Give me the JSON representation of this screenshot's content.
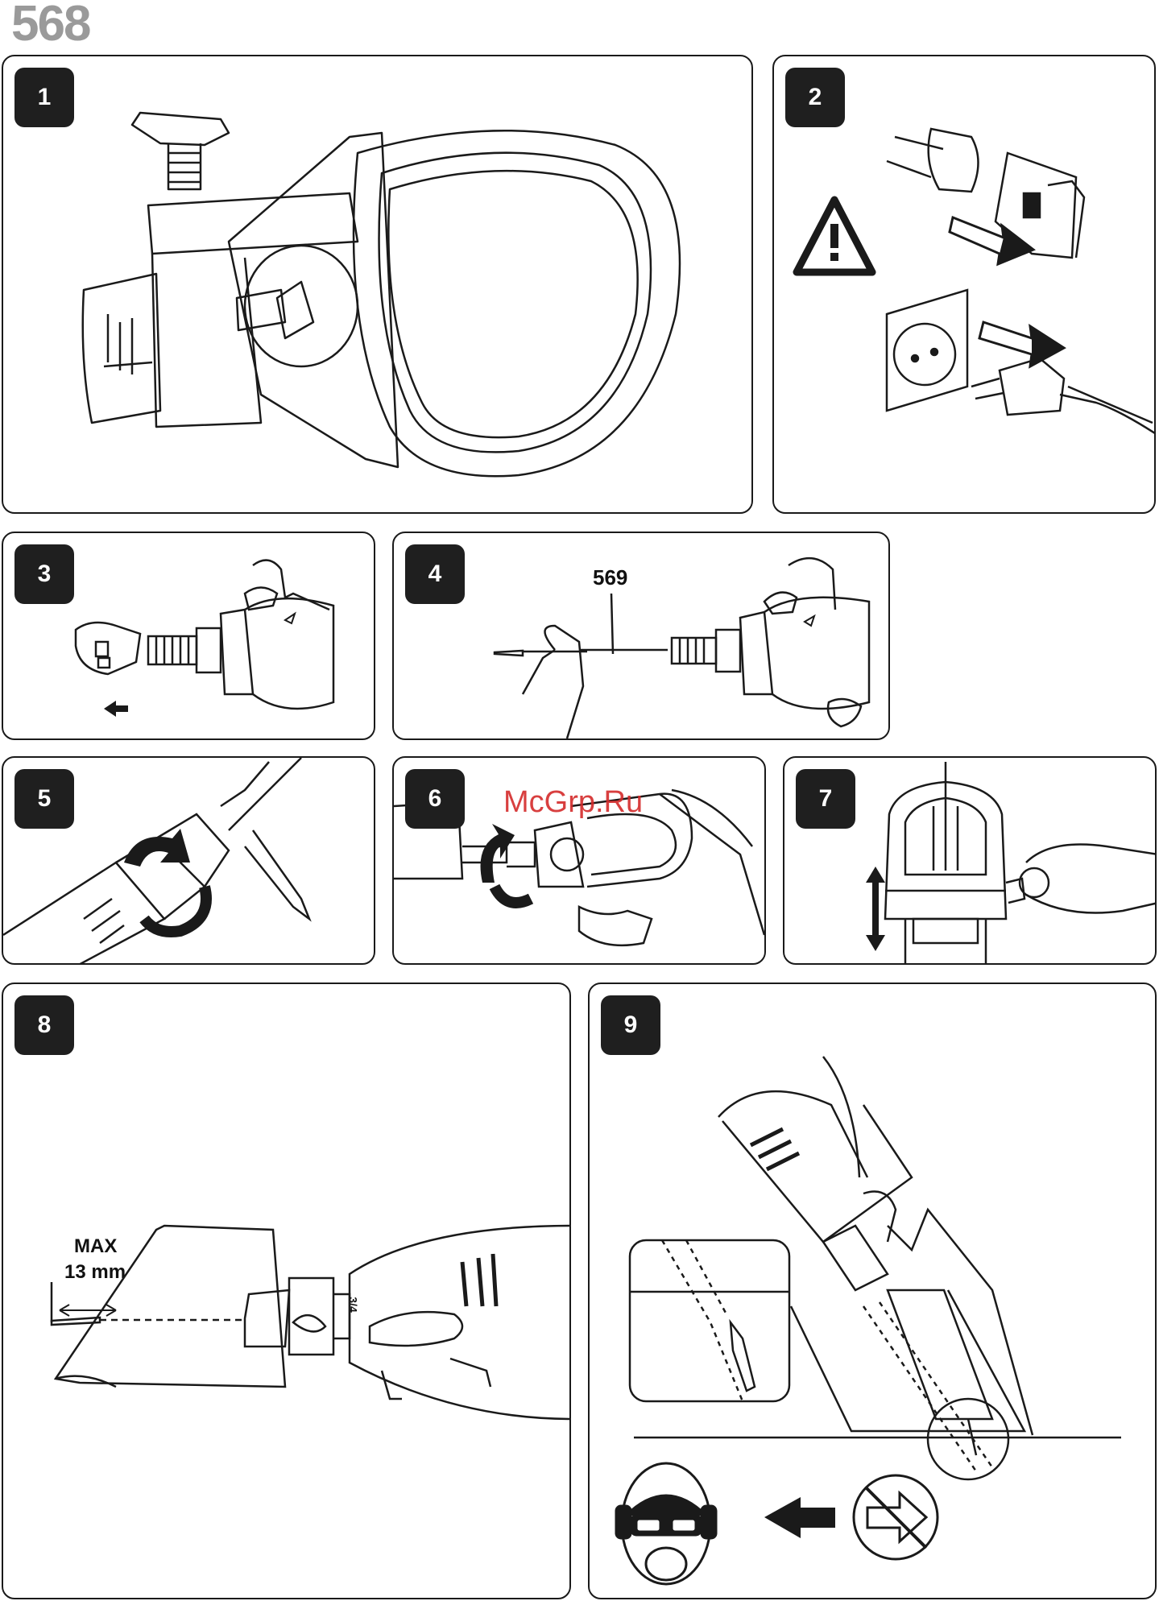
{
  "page_number": "568",
  "watermark": "McGrp.Ru",
  "panels": [
    {
      "number": "1"
    },
    {
      "number": "2"
    },
    {
      "number": "3"
    },
    {
      "number": "4",
      "callout": "569"
    },
    {
      "number": "5"
    },
    {
      "number": "6"
    },
    {
      "number": "7"
    },
    {
      "number": "8",
      "depth_label_line1": "MAX",
      "depth_label_line2": "13 mm",
      "scale_mark": "3/4"
    },
    {
      "number": "9"
    }
  ],
  "colors": {
    "ink": "#1a1a1a",
    "badge": "#1f1f1f",
    "page_number": "#9a9a9a",
    "watermark": "#d42b2b"
  },
  "icons": [
    "warning-triangle-icon",
    "battery-pack-icon",
    "wall-socket-icon",
    "power-plug-icon",
    "arrow-icon",
    "rotate-arrow-icon",
    "up-down-arrow-icon",
    "safety-goggles-ear-protection-icon",
    "no-push-forward-icon"
  ]
}
